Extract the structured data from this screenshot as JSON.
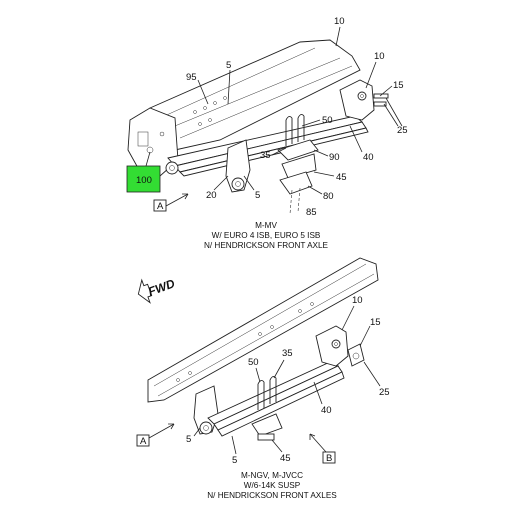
{
  "top_view": {
    "callouts": {
      "c10_top": "10",
      "c95": "95",
      "c5_top": "5",
      "c10_right": "10",
      "c15": "15",
      "c25": "25",
      "c50": "50",
      "c35": "35",
      "c90": "90",
      "c40": "40",
      "c45": "45",
      "c80": "80",
      "c85": "85",
      "c20": "20",
      "c5_mid": "5",
      "c100": "100"
    },
    "view_label": "A",
    "caption": [
      "M-MV",
      "W/ EURO 4 ISB, EURO 5 ISB",
      "N/ HENDRICKSON FRONT AXLE"
    ],
    "highlight_color": "#33dd33"
  },
  "fwd_label": "FWD",
  "bottom_view": {
    "callouts": {
      "c10": "10",
      "c15": "15",
      "c25": "25",
      "c50": "50",
      "c35": "35",
      "c40": "40",
      "c5_left": "5",
      "c5_bottom": "5",
      "c45": "45"
    },
    "view_label_a": "A",
    "view_label_b": "B",
    "caption": [
      "M-NGV, M-JVCC",
      "W/6-14K SUSP",
      "N/ HENDRICKSON FRONT AXLES"
    ]
  }
}
